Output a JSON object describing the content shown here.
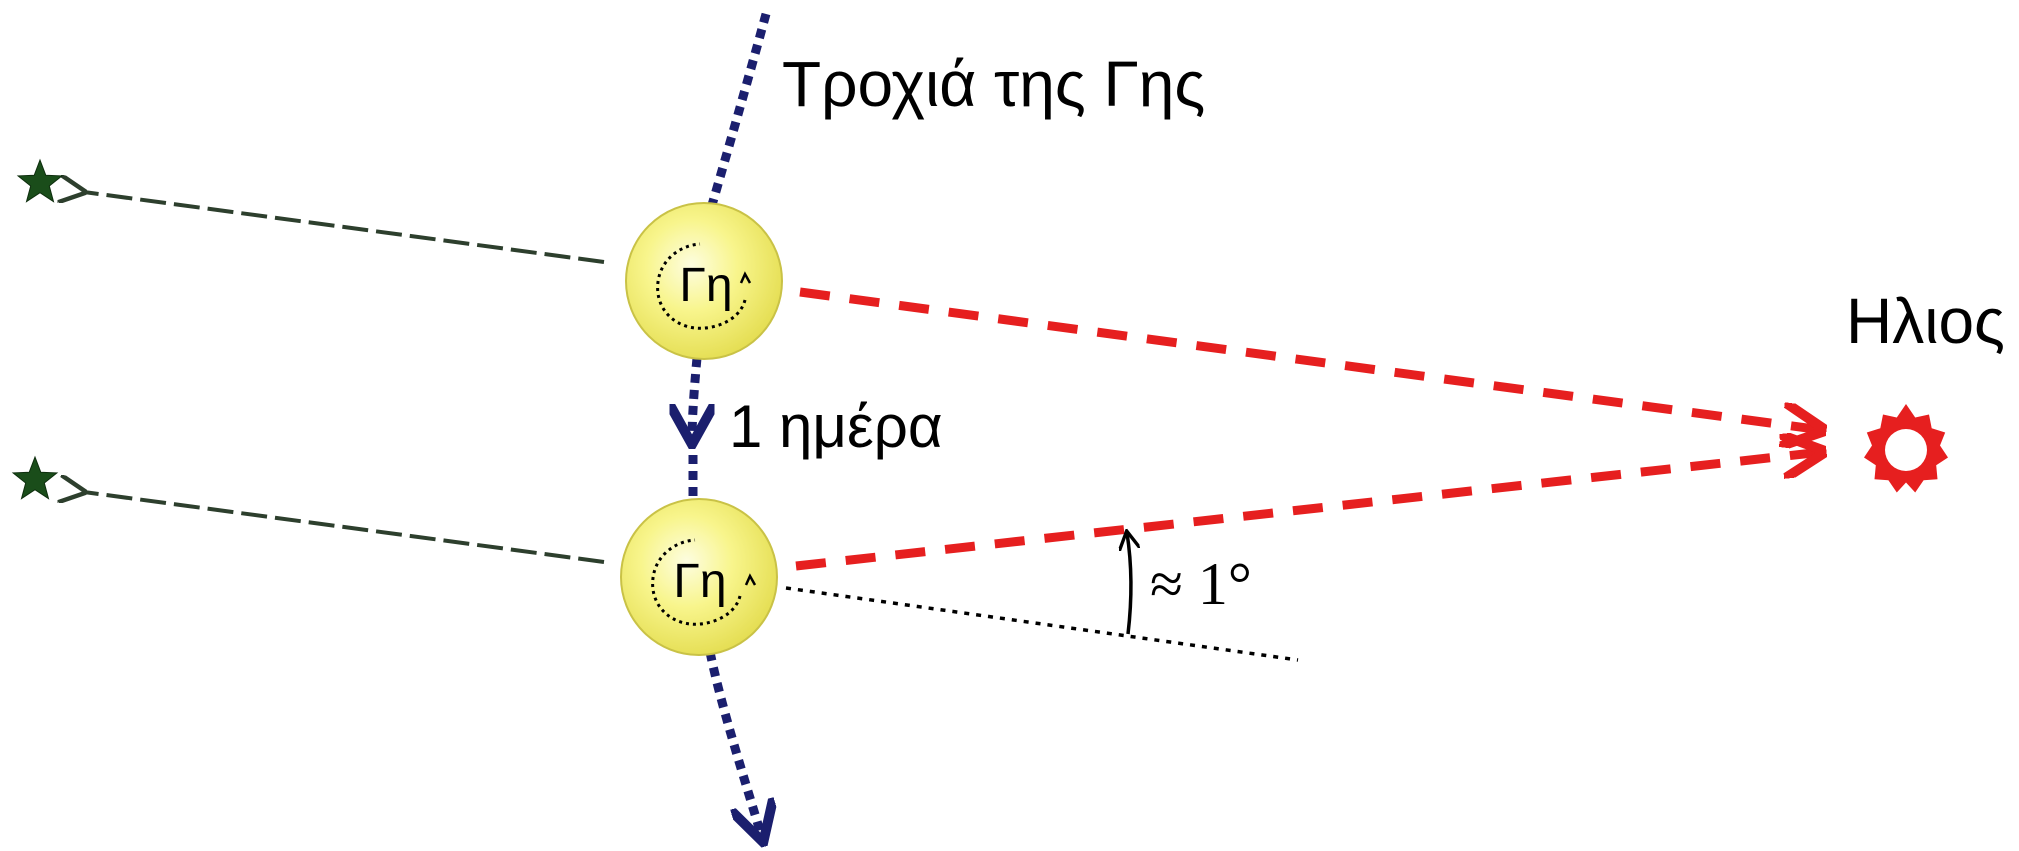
{
  "labels": {
    "orbit": "Τροχιά της Γης",
    "sun": "Ηλιος",
    "earth_top": "Γη",
    "earth_bottom": "Γη",
    "day": "1 ημέρα",
    "angle": "≈ 1°"
  },
  "colors": {
    "orbit": "#1b1f6e",
    "sun_rays": "#e61f1f",
    "star": "#1a4d1a",
    "star_line": "#2d3f2d",
    "earth_fill": "#f4f07a",
    "earth_edge": "#c9c246",
    "reference": "#000000"
  },
  "icons": {
    "star_top": "star-icon",
    "star_bottom": "star-icon",
    "sun": "sun-icon",
    "rotation": "rotation-arrow-icon"
  }
}
